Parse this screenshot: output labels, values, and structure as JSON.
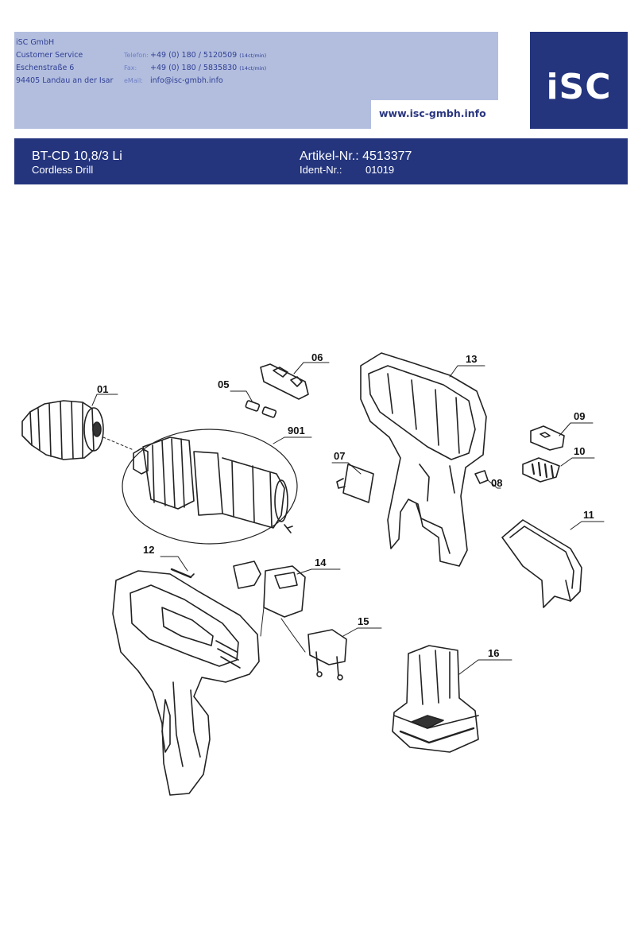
{
  "header": {
    "company": "iSC GmbH",
    "department": "Customer Service",
    "street": "Eschenstraße 6",
    "city": "94405 Landau an der Isar",
    "phone_label": "Telefon:",
    "phone": "+49 (0) 180 / 5120509",
    "phone_rate": "(14ct/min)",
    "fax_label": "Fax:",
    "fax": "+49 (0) 180 / 5835830",
    "fax_rate": "(14ct/min)",
    "email_label": "eMail:",
    "email": "info@isc-gmbh.info",
    "website": "www.isc-gmbh.info",
    "logo_text": "iSC"
  },
  "title_bar": {
    "model": "BT-CD 10,8/3 Li",
    "description": "Cordless Drill",
    "article_label": "Artikel-Nr.:",
    "article_number": "4513377",
    "ident_label": "Ident-Nr.:",
    "ident_number": "01019"
  },
  "parts": {
    "p01": "01",
    "p05": "05",
    "p06": "06",
    "p07": "07",
    "p08": "08",
    "p09": "09",
    "p10": "10",
    "p11": "11",
    "p12": "12",
    "p13": "13",
    "p14": "14",
    "p15": "15",
    "p16": "16",
    "p901": "901"
  },
  "colors": {
    "header_light": "#b3bedf",
    "header_dark": "#24357e",
    "header_text": "#2f3f93"
  }
}
